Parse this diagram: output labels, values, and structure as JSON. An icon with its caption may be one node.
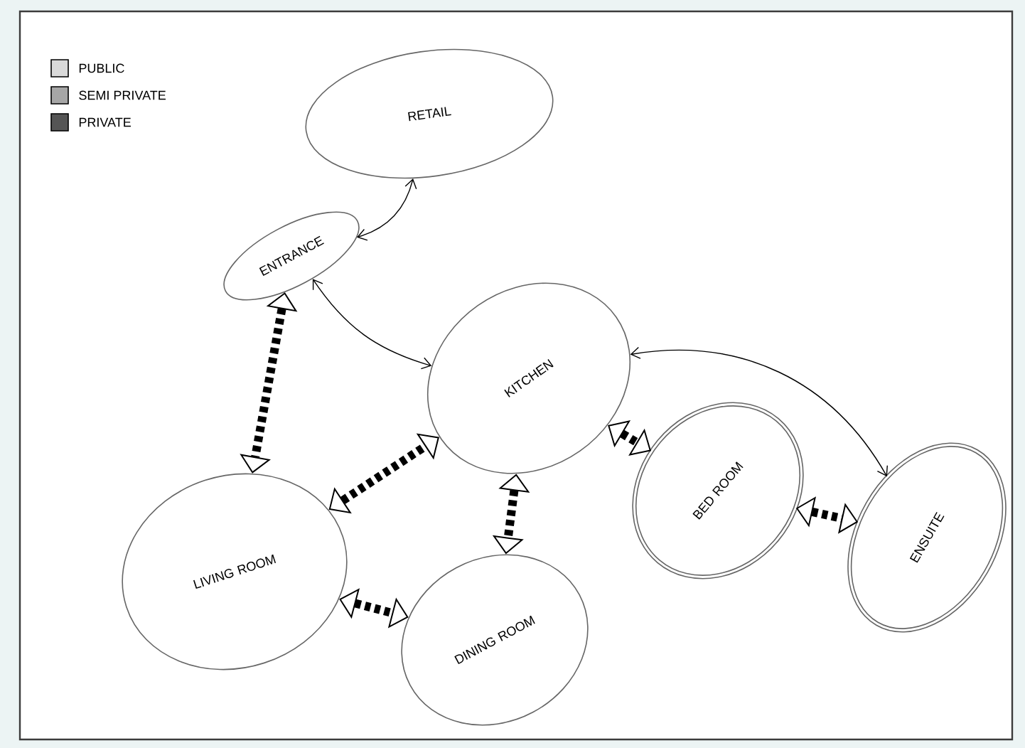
{
  "diagram": {
    "nodes": [
      {
        "text": [
          "RETAIL"
        ]
      },
      {
        "text": [
          "ENTRANCE"
        ]
      },
      {
        "text": [
          "KITCHEN"
        ]
      },
      {
        "text": [
          "LIVING ROOM"
        ]
      },
      {
        "text": [
          "DINING ROOM"
        ]
      },
      {
        "text": [
          "BED ROOM"
        ]
      },
      {
        "text": [
          "ENSUITE"
        ]
      }
    ],
    "edges": [
      {
        "from": 1,
        "to": 0,
        "arrow": "both"
      },
      {
        "from": 1,
        "to": 2,
        "arrow": "both"
      },
      {
        "from": 6,
        "to": 2,
        "arrow": "both"
      },
      {
        "from": 1,
        "to": 3,
        "arrow": "both",
        "style": "dashed"
      },
      {
        "from": 3,
        "to": 2,
        "arrow": "both",
        "style": "dashed"
      },
      {
        "from": 2,
        "to": 4,
        "arrow": "both",
        "style": "dashed"
      },
      {
        "from": 3,
        "to": 4,
        "arrow": "both",
        "style": "dashed"
      },
      {
        "from": 2,
        "to": 5,
        "arrow": "both",
        "style": "dashed"
      },
      {
        "from": 5,
        "to": 6,
        "arrow": "both",
        "style": "dashed"
      }
    ],
    "legend": [
      {
        "text": "PUBLIC",
        "color": "#d9d9d9"
      },
      {
        "text": "SEMI PRIVATE",
        "color": "#a6a6a6"
      },
      {
        "text": "PRIVATE",
        "color": "#555555"
      }
    ]
  }
}
